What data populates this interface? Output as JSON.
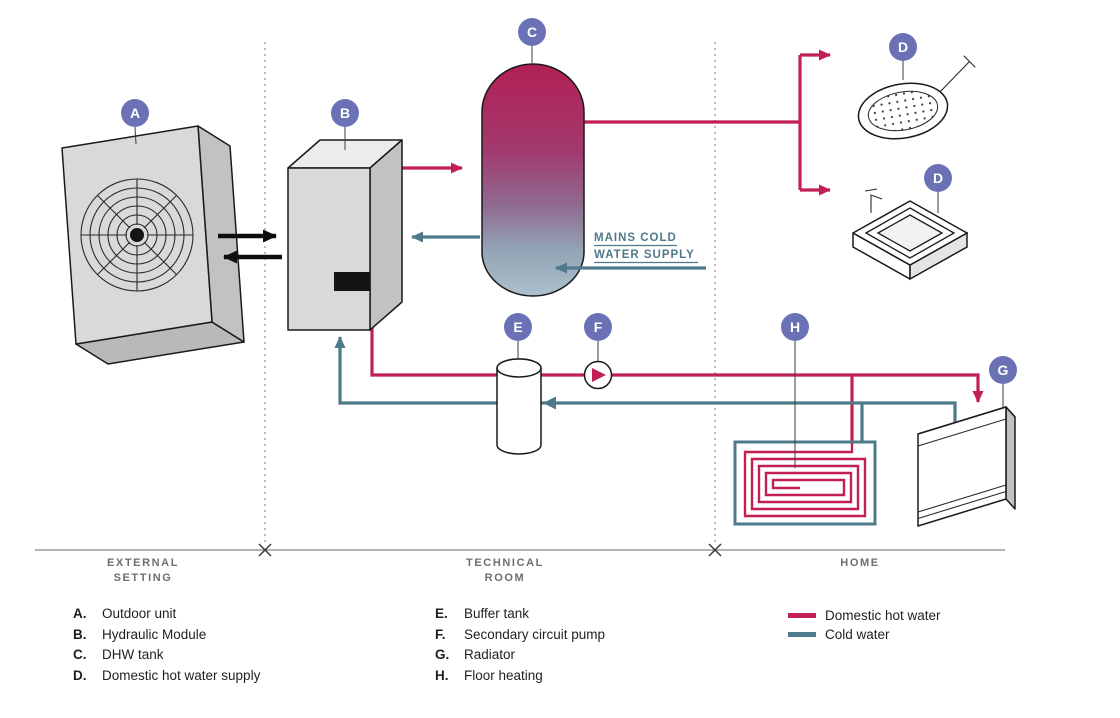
{
  "colors": {
    "hot": "#c11f56",
    "cold": "#4e7a8c",
    "badge": "#6a72b5"
  },
  "diagram": {
    "badges": {
      "a": "A",
      "b": "B",
      "c": "C",
      "d_shower": "D",
      "d_sink": "D",
      "e": "E",
      "f": "F",
      "g": "G",
      "h": "H"
    },
    "mains_cold": {
      "line1": "MAINS COLD",
      "line2": "WATER SUPPLY"
    }
  },
  "sections": {
    "external": {
      "line1": "EXTERNAL",
      "line2": "SETTING"
    },
    "technical": {
      "line1": "TECHNICAL",
      "line2": "ROOM"
    },
    "home": {
      "line1": "HOME"
    }
  },
  "legend": {
    "col1": [
      {
        "key": "A.",
        "label": "Outdoor unit"
      },
      {
        "key": "B.",
        "label": "Hydraulic Module"
      },
      {
        "key": "C.",
        "label": "DHW tank"
      },
      {
        "key": "D.",
        "label": "Domestic hot water supply"
      }
    ],
    "col2": [
      {
        "key": "E.",
        "label": "Buffer tank"
      },
      {
        "key": "F.",
        "label": "Secondary circuit pump"
      },
      {
        "key": "G.",
        "label": "Radiator"
      },
      {
        "key": "H.",
        "label": "Floor heating"
      }
    ],
    "swatches": [
      {
        "label": "Domestic hot water",
        "color": "#c11f56"
      },
      {
        "label": "Cold water",
        "color": "#4e7a8c"
      }
    ]
  }
}
